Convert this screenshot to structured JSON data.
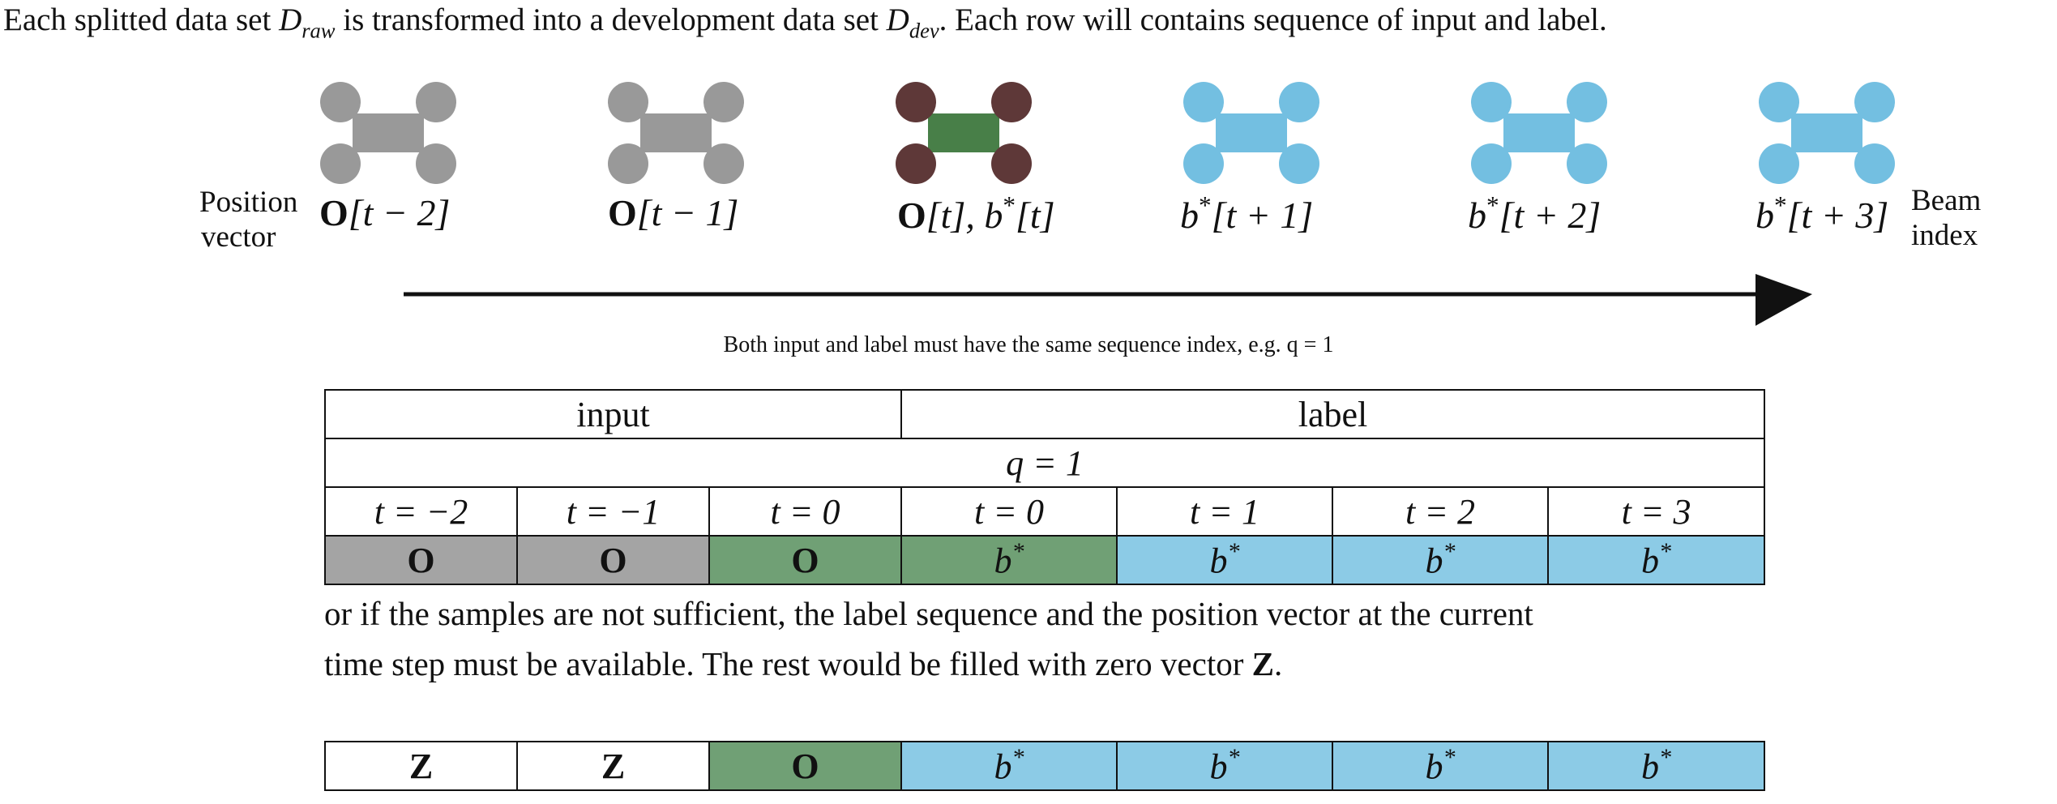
{
  "intro": {
    "p1": "Each splitted data set ",
    "p2": " is transformed into a development data set ",
    "p3": ". Each row will contains sequence of input and label.",
    "d": "D",
    "raw_sub": "raw",
    "dev_sub": "dev"
  },
  "side_left": [
    "Position",
    "vector"
  ],
  "side_right": [
    "Beam",
    "index"
  ],
  "node_labels": [
    [
      "O",
      "[t − 2]"
    ],
    [
      "O",
      "[t − 1]"
    ],
    [
      "O",
      "[t], b",
      "*",
      "[t]"
    ],
    [
      "b",
      "*",
      "[t + 1]"
    ],
    [
      "b",
      "*",
      "[t + 2]"
    ],
    [
      "b",
      "*",
      "[t + 3]"
    ]
  ],
  "colors": {
    "gray": "#999999",
    "current_circle": "#5e3838",
    "current_rect": "#487f48",
    "blue": "#73bfe1"
  },
  "note": "Both input and label must have the same sequence index, e.g. q = 1",
  "table1": {
    "input": "input",
    "label": "label",
    "q": "q = 1",
    "t": [
      "t = −2",
      "t = −1",
      "t = 0",
      "t = 0",
      "t = 1",
      "t = 2",
      "t = 3"
    ],
    "cells": [
      "O",
      "O",
      "O",
      "b*",
      "b*",
      "b*",
      "b*"
    ]
  },
  "middle": {
    "line1": "or if the samples are not sufficient, the label sequence and the position vector at the current",
    "line2a": "time step must be available. The rest would be filled with zero vector ",
    "line2b": "Z",
    "line2c": "."
  },
  "table2": {
    "cells": [
      "Z",
      "Z",
      "O",
      "b*",
      "b*",
      "b*",
      "b*"
    ]
  }
}
